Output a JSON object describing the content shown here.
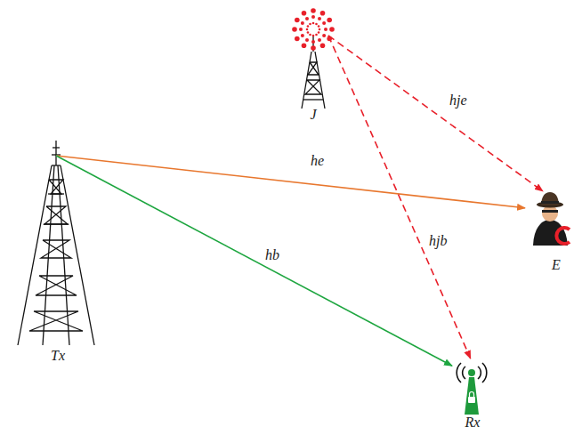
{
  "diagram": {
    "nodes": [
      {
        "text": [
          "J"
        ]
      },
      {
        "text": [
          "Tx"
        ]
      },
      {
        "text": [
          "E"
        ]
      },
      {
        "text": [
          "Rx"
        ]
      }
    ],
    "edges": [
      {
        "from": 1,
        "to": 2,
        "arrow": "to",
        "label": "he"
      },
      {
        "from": 1,
        "to": 3,
        "arrow": "to",
        "label": "hb"
      },
      {
        "from": 0,
        "to": 2,
        "arrow": "to",
        "label": "hje"
      },
      {
        "from": 0,
        "to": 3,
        "arrow": "to",
        "label": "hjb"
      }
    ]
  }
}
